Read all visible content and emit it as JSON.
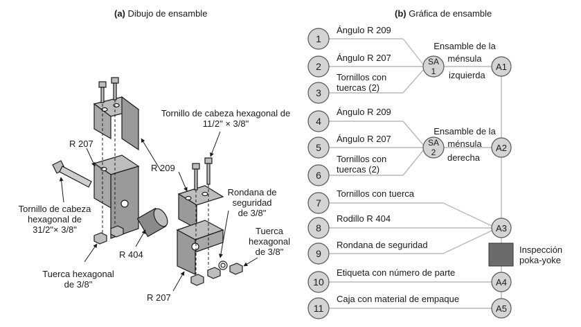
{
  "panel_a": {
    "tag": "(a)",
    "title": "Dibujo de ensamble",
    "labels": {
      "bolt_top": [
        "Tornillo de cabeza hexagonal de",
        "11/2\" × 3/8\""
      ],
      "r207_top": "R 207",
      "r209": "R 209",
      "rondana": [
        "Rondana de",
        "seguridad",
        "de 3/8\""
      ],
      "bolt_left": [
        "Tornillo de cabeza",
        "hexagonal de",
        "31/2\"× 3/8\""
      ],
      "r404": "R 404",
      "tuerca_right": [
        "Tuerca",
        "hexagonal",
        "de 3/8\""
      ],
      "tuerca_left": [
        "Tuerca hexagonal",
        "de 3/8\""
      ],
      "r207_bottom": "R 207"
    }
  },
  "panel_b": {
    "tag": "(b)",
    "title": "Gráfica de ensamble",
    "items": [
      {
        "num": "1",
        "text": [
          "Ángulo R 209"
        ]
      },
      {
        "num": "2",
        "text": [
          "Ángulo R 207"
        ]
      },
      {
        "num": "3",
        "text": [
          "Tornillos con",
          "tuercas (2)"
        ]
      },
      {
        "num": "4",
        "text": [
          "Ángulo R 209"
        ]
      },
      {
        "num": "5",
        "text": [
          "Ángulo R 207"
        ]
      },
      {
        "num": "6",
        "text": [
          "Tornillos con",
          "tuercas (2)"
        ]
      },
      {
        "num": "7",
        "text": [
          "Tornillos con tuerca"
        ]
      },
      {
        "num": "8",
        "text": [
          "Rodillo R 404"
        ]
      },
      {
        "num": "9",
        "text": [
          "Rondana de seguridad"
        ]
      },
      {
        "num": "10",
        "text": [
          "Etiqueta con número de parte"
        ]
      },
      {
        "num": "11",
        "text": [
          "Caja con material de empaque"
        ]
      }
    ],
    "subassemblies": [
      {
        "id": "SA 1",
        "line1": "SA",
        "line2": "1",
        "label": [
          "Ensamble de la",
          "ménsula",
          "izquierda"
        ]
      },
      {
        "id": "SA 2",
        "line1": "SA",
        "line2": "2",
        "label": [
          "Ensamble de la",
          "ménsula",
          "derecha"
        ]
      }
    ],
    "assemblies": [
      "A1",
      "A2",
      "A3",
      "A4",
      "A5"
    ],
    "inspection": [
      "Inspección",
      "poka-yoke"
    ],
    "colors": {
      "circle_fill": "#d4d4d4",
      "line": "#b8b8b8",
      "inspection_box": "#6b6b6b"
    }
  }
}
